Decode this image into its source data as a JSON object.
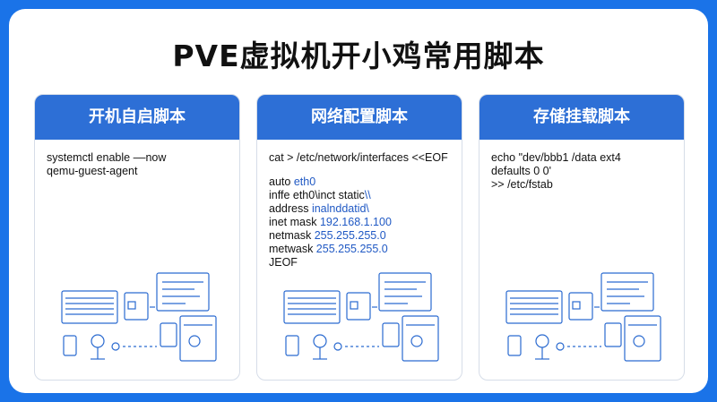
{
  "page": {
    "title": "PVE虚拟机开小鸡常用脚本"
  },
  "cards": [
    {
      "header": "开机自启脚本",
      "lines": [
        "systemctl enable ––now",
        "qemu-guest-agent"
      ]
    },
    {
      "header": "网络配置脚本",
      "first": "cat > /etc/network/interfaces <<EOF",
      "rows": [
        {
          "k": "auto ",
          "v": "eth0"
        },
        {
          "k": "inffe eth0\\inct static",
          "v": "\\\\"
        },
        {
          "k": "address ",
          "v": "inalnddatid\\"
        },
        {
          "k": "inet mask ",
          "v": "192.168.1.100"
        },
        {
          "k": "netmask ",
          "v": "255.255.255.0"
        },
        {
          "k": "metwask ",
          "v": "255.255.255.0"
        },
        {
          "k": "JEOF",
          "v": ""
        }
      ]
    },
    {
      "header": "存储挂载脚本",
      "lines": [
        "echo \"dev/bbb1 /data ext4",
        "defaults 0 0'",
        ">> /etc/fstab"
      ]
    }
  ],
  "colors": {
    "frame": "#1a73e8",
    "header": "#2d6fd6",
    "value": "#2059c4",
    "icon": "#2a6ad0"
  }
}
